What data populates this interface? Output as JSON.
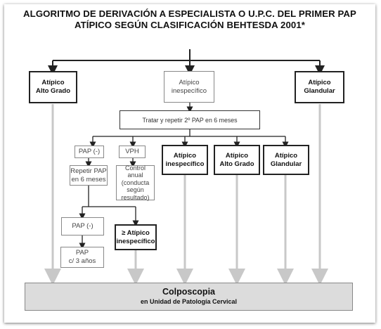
{
  "title": {
    "line1": "ALGORITMO DE DERIVACIÓN A ESPECIALISTA O U.P.C. DEL PRIMER PAP",
    "line2": "ATÍPICO SEGÚN CLASIFICACIÓN BEHTESDA 2001*"
  },
  "top_boxes": {
    "left": [
      "Atípico",
      "Alto Grado"
    ],
    "center": [
      "Atípico",
      "inespecífico"
    ],
    "right": [
      "Atípico",
      "Glandular"
    ]
  },
  "treat_box": "Tratar y repetir 2º PAP en 6 meses",
  "second_row": {
    "pap_neg": "PAP (-)",
    "vph": "VPH",
    "inespecifico": [
      "Atípico",
      "inespecífico"
    ],
    "alto_grado": [
      "Atípico",
      "Alto Grado"
    ],
    "glandular": [
      "Atípico",
      "Glandular"
    ]
  },
  "repeat_box": [
    "Repetir PAP",
    "en 6 meses"
  ],
  "control_box": [
    "Control anual",
    "(conducta",
    "según",
    "resultado)"
  ],
  "pap_neg2": "PAP (-)",
  "ge_atipico": [
    "≥ Atípico",
    "inespecífico"
  ],
  "pap_3": [
    "PAP",
    "c/ 3 años"
  ],
  "bottom": {
    "title": "Colposcopia",
    "subtitle": "en Unidad de Patología Cervical"
  }
}
